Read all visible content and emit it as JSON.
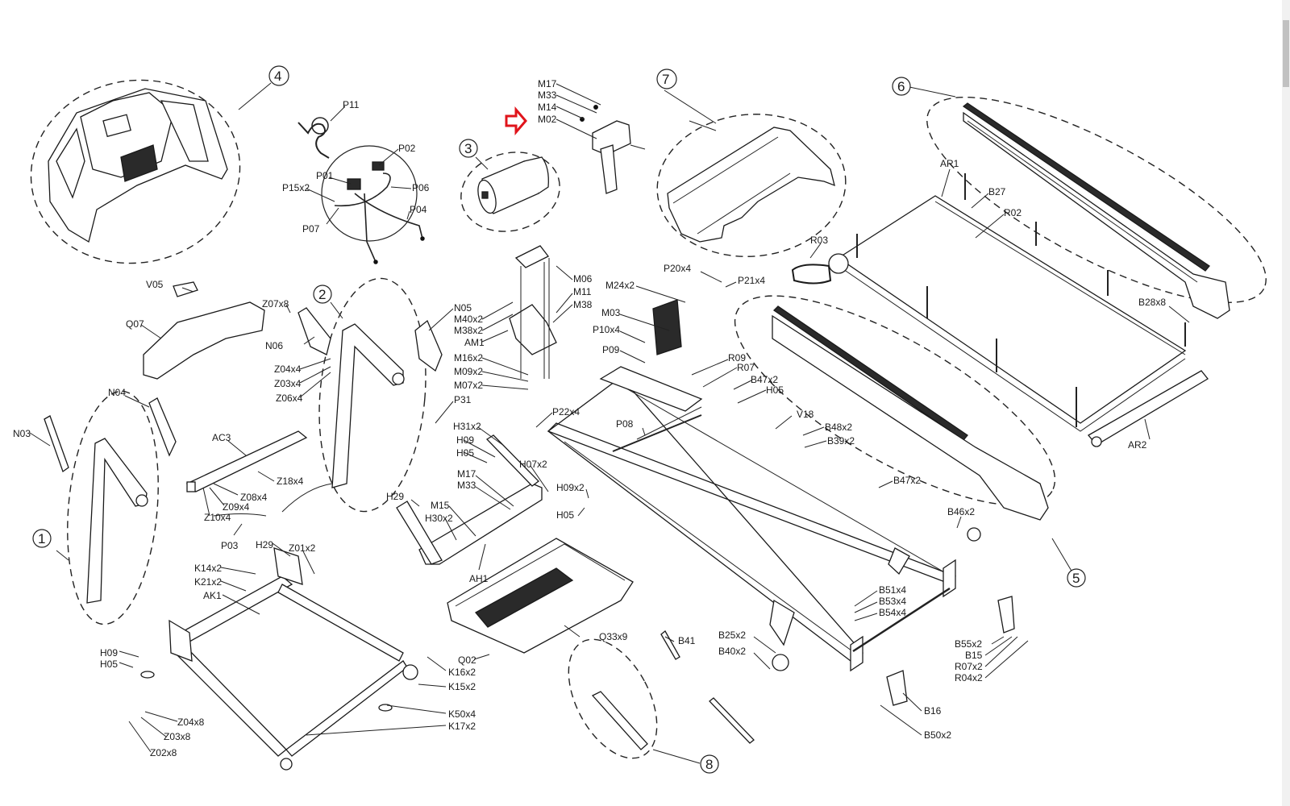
{
  "diagram": {
    "title": "Treadmill exploded parts diagram",
    "highlight_color": "#e0141b",
    "highlighted_part": "M02",
    "groups": [
      "1",
      "2",
      "3",
      "4",
      "5",
      "6",
      "7",
      "8"
    ],
    "labels": {
      "P11": "P11",
      "P02": "P02",
      "P01": "P01",
      "P15x2": "P15x2",
      "P06": "P06",
      "P04": "P04",
      "P07": "P07",
      "M17a": "M17",
      "M33a": "M33",
      "M14": "M14",
      "M02": "M02",
      "AR1": "AR1",
      "B27": "B27",
      "R02": "R02",
      "R03": "R03",
      "B28x8": "B28x8",
      "V05": "V05",
      "Q07": "Q07",
      "Z07x8": "Z07x8",
      "N06": "N06",
      "Z04x4": "Z04x4",
      "Z03x4": "Z03x4",
      "Z06x4": "Z06x4",
      "N05": "N05",
      "M40x2": "M40x2",
      "M38x2": "M38x2",
      "AM1": "AM1",
      "M16x2": "M16x2",
      "M09x2": "M09x2",
      "M07x2": "M07x2",
      "M06": "M06",
      "M11": "M11",
      "M38": "M38",
      "M24x2": "M24x2",
      "M03": "M03",
      "P10x4": "P10x4",
      "P09": "P09",
      "P20x4": "P20x4",
      "P21x4": "P21x4",
      "R09": "R09",
      "R07": "R07",
      "B47x2a": "B47x2",
      "H05a": "H05",
      "V18": "V18",
      "B48x2": "B48x2",
      "B39x2": "B39x2",
      "B47x2b": "B47x2",
      "N04": "N04",
      "N03": "N03",
      "AC3": "AC3",
      "Z18x4": "Z18x4",
      "Z08x4": "Z08x4",
      "Z09x4": "Z09x4",
      "Z10x4": "Z10x4",
      "P03": "P03",
      "H29a": "H29",
      "Z01x2": "Z01x2",
      "K14x2": "K14x2",
      "K21x2": "K21x2",
      "AK1": "AK1",
      "H09a": "H09",
      "H05b": "H05",
      "Z04x8": "Z04x8",
      "Z03x8": "Z03x8",
      "Z02x8": "Z02x8",
      "P31": "P31",
      "P22x4": "P22x4",
      "H31x2": "H31x2",
      "H09b": "H09",
      "H05c": "H05",
      "H07x2": "H07x2",
      "M17b": "M17",
      "M33b": "M33",
      "M15": "M15",
      "H30x2": "H30x2",
      "H29b": "H29",
      "H09x2": "H09x2",
      "H05d": "H05",
      "AH1": "AH1",
      "P08": "P08",
      "Q33x9": "Q33x9",
      "Q02": "Q02",
      "K16x2": "K16x2",
      "K15x2": "K15x2",
      "K50x4": "K50x4",
      "K17x2": "K17x2",
      "B41": "B41",
      "B25x2": "B25x2",
      "B40x2": "B40x2",
      "B51x4": "B51x4",
      "B53x4": "B53x4",
      "B54x4": "B54x4",
      "B46x2": "B46x2",
      "AR2": "AR2",
      "B55x2": "B55x2",
      "B15": "B15",
      "R07x2": "R07x2",
      "R04x2": "R04x2",
      "B16": "B16",
      "B50x2": "B50x2"
    }
  }
}
